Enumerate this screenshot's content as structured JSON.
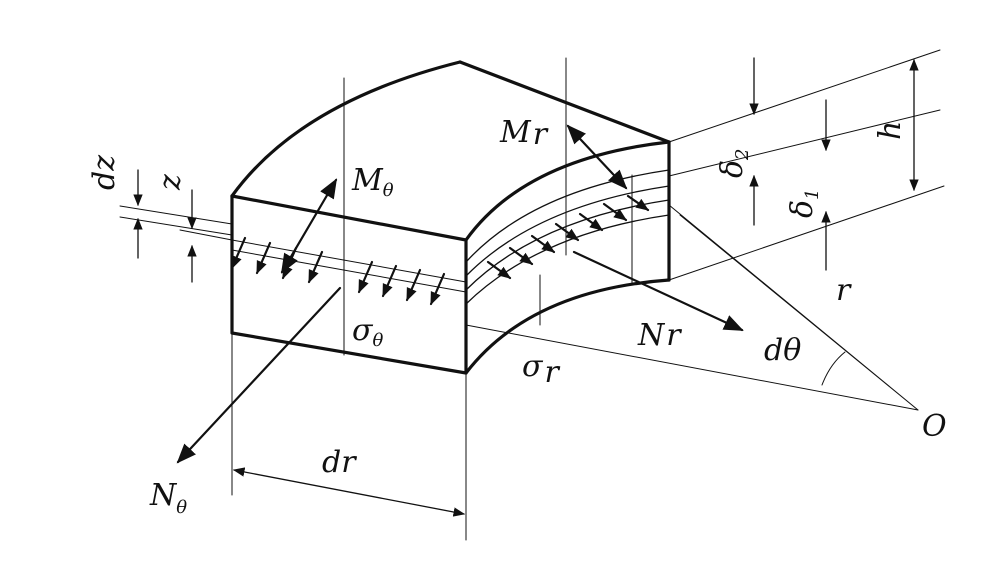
{
  "labels": {
    "M_theta": "M",
    "M_theta_sub": "θ",
    "M_r": "M",
    "M_r_sub": "r",
    "N_theta": "N",
    "N_theta_sub": "θ",
    "N_r": "N",
    "N_r_sub": "r",
    "sigma_theta": "σ",
    "sigma_theta_sub": "θ",
    "sigma_r": "σ",
    "sigma_r_sub": "r",
    "dz": "dz",
    "z": "z",
    "dr": "dr",
    "d_theta": "dθ",
    "r": "r",
    "O": "O",
    "h": "h",
    "delta1": "δ",
    "delta1_sub": "1",
    "delta2": "δ",
    "delta2_sub": "2"
  }
}
